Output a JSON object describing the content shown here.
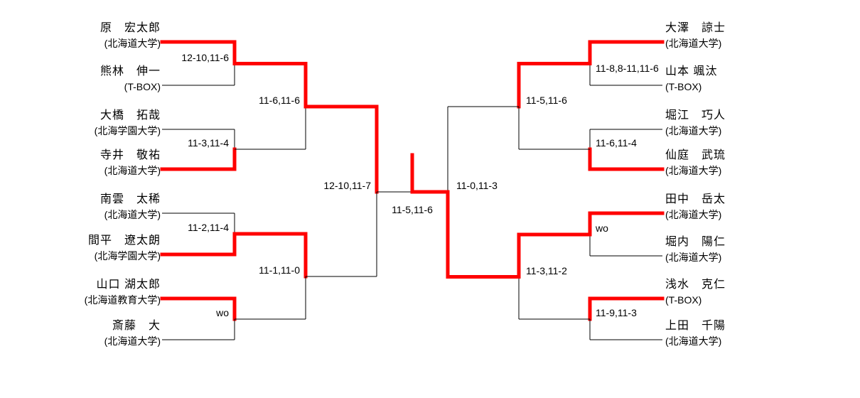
{
  "colors": {
    "winner_path": "#ff0000",
    "line": "#000000",
    "background": "#ffffff"
  },
  "bracket": {
    "left": {
      "players": [
        {
          "name": "原　宏太郎",
          "affiliation": "(北海道大学)"
        },
        {
          "name": "熊林　伸一",
          "affiliation": "(T-BOX)"
        },
        {
          "name": "大橋　拓哉",
          "affiliation": "(北海学園大学)"
        },
        {
          "name": "寺井　敬祐",
          "affiliation": "(北海道大学)"
        },
        {
          "name": "南雲　太稀",
          "affiliation": "(北海道大学)"
        },
        {
          "name": "間平　遼太朗",
          "affiliation": "(北海学園大学)"
        },
        {
          "name": "山口 湖太郎",
          "affiliation": "(北海道教育大学)"
        },
        {
          "name": "斎藤　大",
          "affiliation": "(北海道大学)"
        }
      ],
      "round1": [
        {
          "score": "12-10,11-6",
          "winner": "top",
          "advanced": true
        },
        {
          "score": "11-3,11-4",
          "winner": "bottom",
          "advanced": false
        },
        {
          "score": "11-2,11-4",
          "winner": "bottom",
          "advanced": true
        },
        {
          "score": "wo",
          "winner": "top",
          "advanced": false
        }
      ],
      "round2": [
        {
          "score": "11-6,11-6",
          "winner": "top",
          "advanced": true
        },
        {
          "score": "11-1,11-0",
          "winner": "top",
          "advanced": false
        }
      ],
      "semifinal": {
        "score": "12-10,11-7",
        "winner": "top"
      }
    },
    "right": {
      "players": [
        {
          "name": "大澤　諒士",
          "affiliation": "(北海道大学)"
        },
        {
          "name": "山本 颯汰",
          "affiliation": "(T-BOX)"
        },
        {
          "name": "堀江　巧人",
          "affiliation": "(北海道大学)"
        },
        {
          "name": "仙庭　武琉",
          "affiliation": "(北海道大学)"
        },
        {
          "name": "田中　岳太",
          "affiliation": "(北海道大学)"
        },
        {
          "name": "堀内　陽仁",
          "affiliation": "(北海道大学)"
        },
        {
          "name": "浅水　克仁",
          "affiliation": "(T-BOX)"
        },
        {
          "name": "上田　千陽",
          "affiliation": "(北海道大学)"
        }
      ],
      "round1": [
        {
          "score": "11-8,8-11,11-6",
          "winner": "top",
          "advanced": true
        },
        {
          "score": "11-6,11-4",
          "winner": "bottom",
          "advanced": false
        },
        {
          "score": "wo",
          "winner": "top",
          "advanced": true
        },
        {
          "score": "11-9,11-3",
          "winner": "top",
          "advanced": false
        }
      ],
      "round2": [
        {
          "score": "11-5,11-6",
          "winner": "top",
          "advanced": false
        },
        {
          "score": "11-3,11-2",
          "winner": "top",
          "advanced": true
        }
      ],
      "semifinal": {
        "score": "11-0,11-3",
        "winner": "bottom"
      }
    },
    "final": {
      "score": "11-5,11-6",
      "winner": "right"
    }
  }
}
